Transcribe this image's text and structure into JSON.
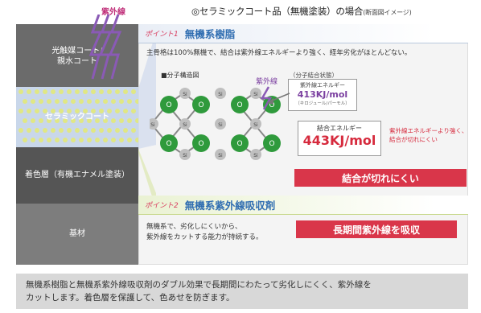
{
  "title": {
    "main": "◎セラミックコート品（無機塗装）の場合",
    "note": "(断面図イメージ)"
  },
  "left_layers": {
    "uv_label": "紫外線",
    "photocatalyst": [
      "光触媒コート/",
      "親水コート"
    ],
    "ceramic": "セラミックコート",
    "color_layer": "着色層（有機エナメル塗装）",
    "base": "基材"
  },
  "point1": {
    "tag": "ポイント1",
    "heading": "無機系樹脂",
    "description": "主骨格は100%無機で、結合は紫外線エネルギーより強く、経年劣化がほとんどない。",
    "diagram_label": "■分子構造図",
    "uv_label": "紫外線",
    "bond_state_label": "（分子結合状態）",
    "uv_energy": {
      "caption": "紫外線エネルギー",
      "value": "413KJ/mol",
      "note": "（キロジュール/パーモル）"
    },
    "bond_energy": {
      "caption": "結合エネルギー",
      "value": "443KJ/mol"
    },
    "bond_note": [
      "紫外線エネルギーより強く、",
      "結合が切れにくい"
    ],
    "badge": "結合が切れにくい"
  },
  "point2": {
    "tag": "ポイント2",
    "heading": "無機系紫外線吸収剤",
    "description": [
      "無機系で、劣化しにくいから、",
      "紫外線をカットする能力が持続する。"
    ],
    "badge": "長期間紫外線を吸収"
  },
  "molecule_labels": {
    "oxygen": "O",
    "silicon": "Si"
  },
  "footer": [
    "無機系樹脂と無機系紫外線吸収剤のダブル効果で長期間にわたって劣化しにくく、紫外線を",
    "カットします。着色層を保護して、色あせを防ぎます。"
  ],
  "colors": {
    "accent_red": "#d9364a",
    "heading_blue": "#2f6db1",
    "uv_purple": "#7b3fa0",
    "oxygen_green": "#2f9a3c",
    "silicon_gray": "#bfbfbf"
  }
}
